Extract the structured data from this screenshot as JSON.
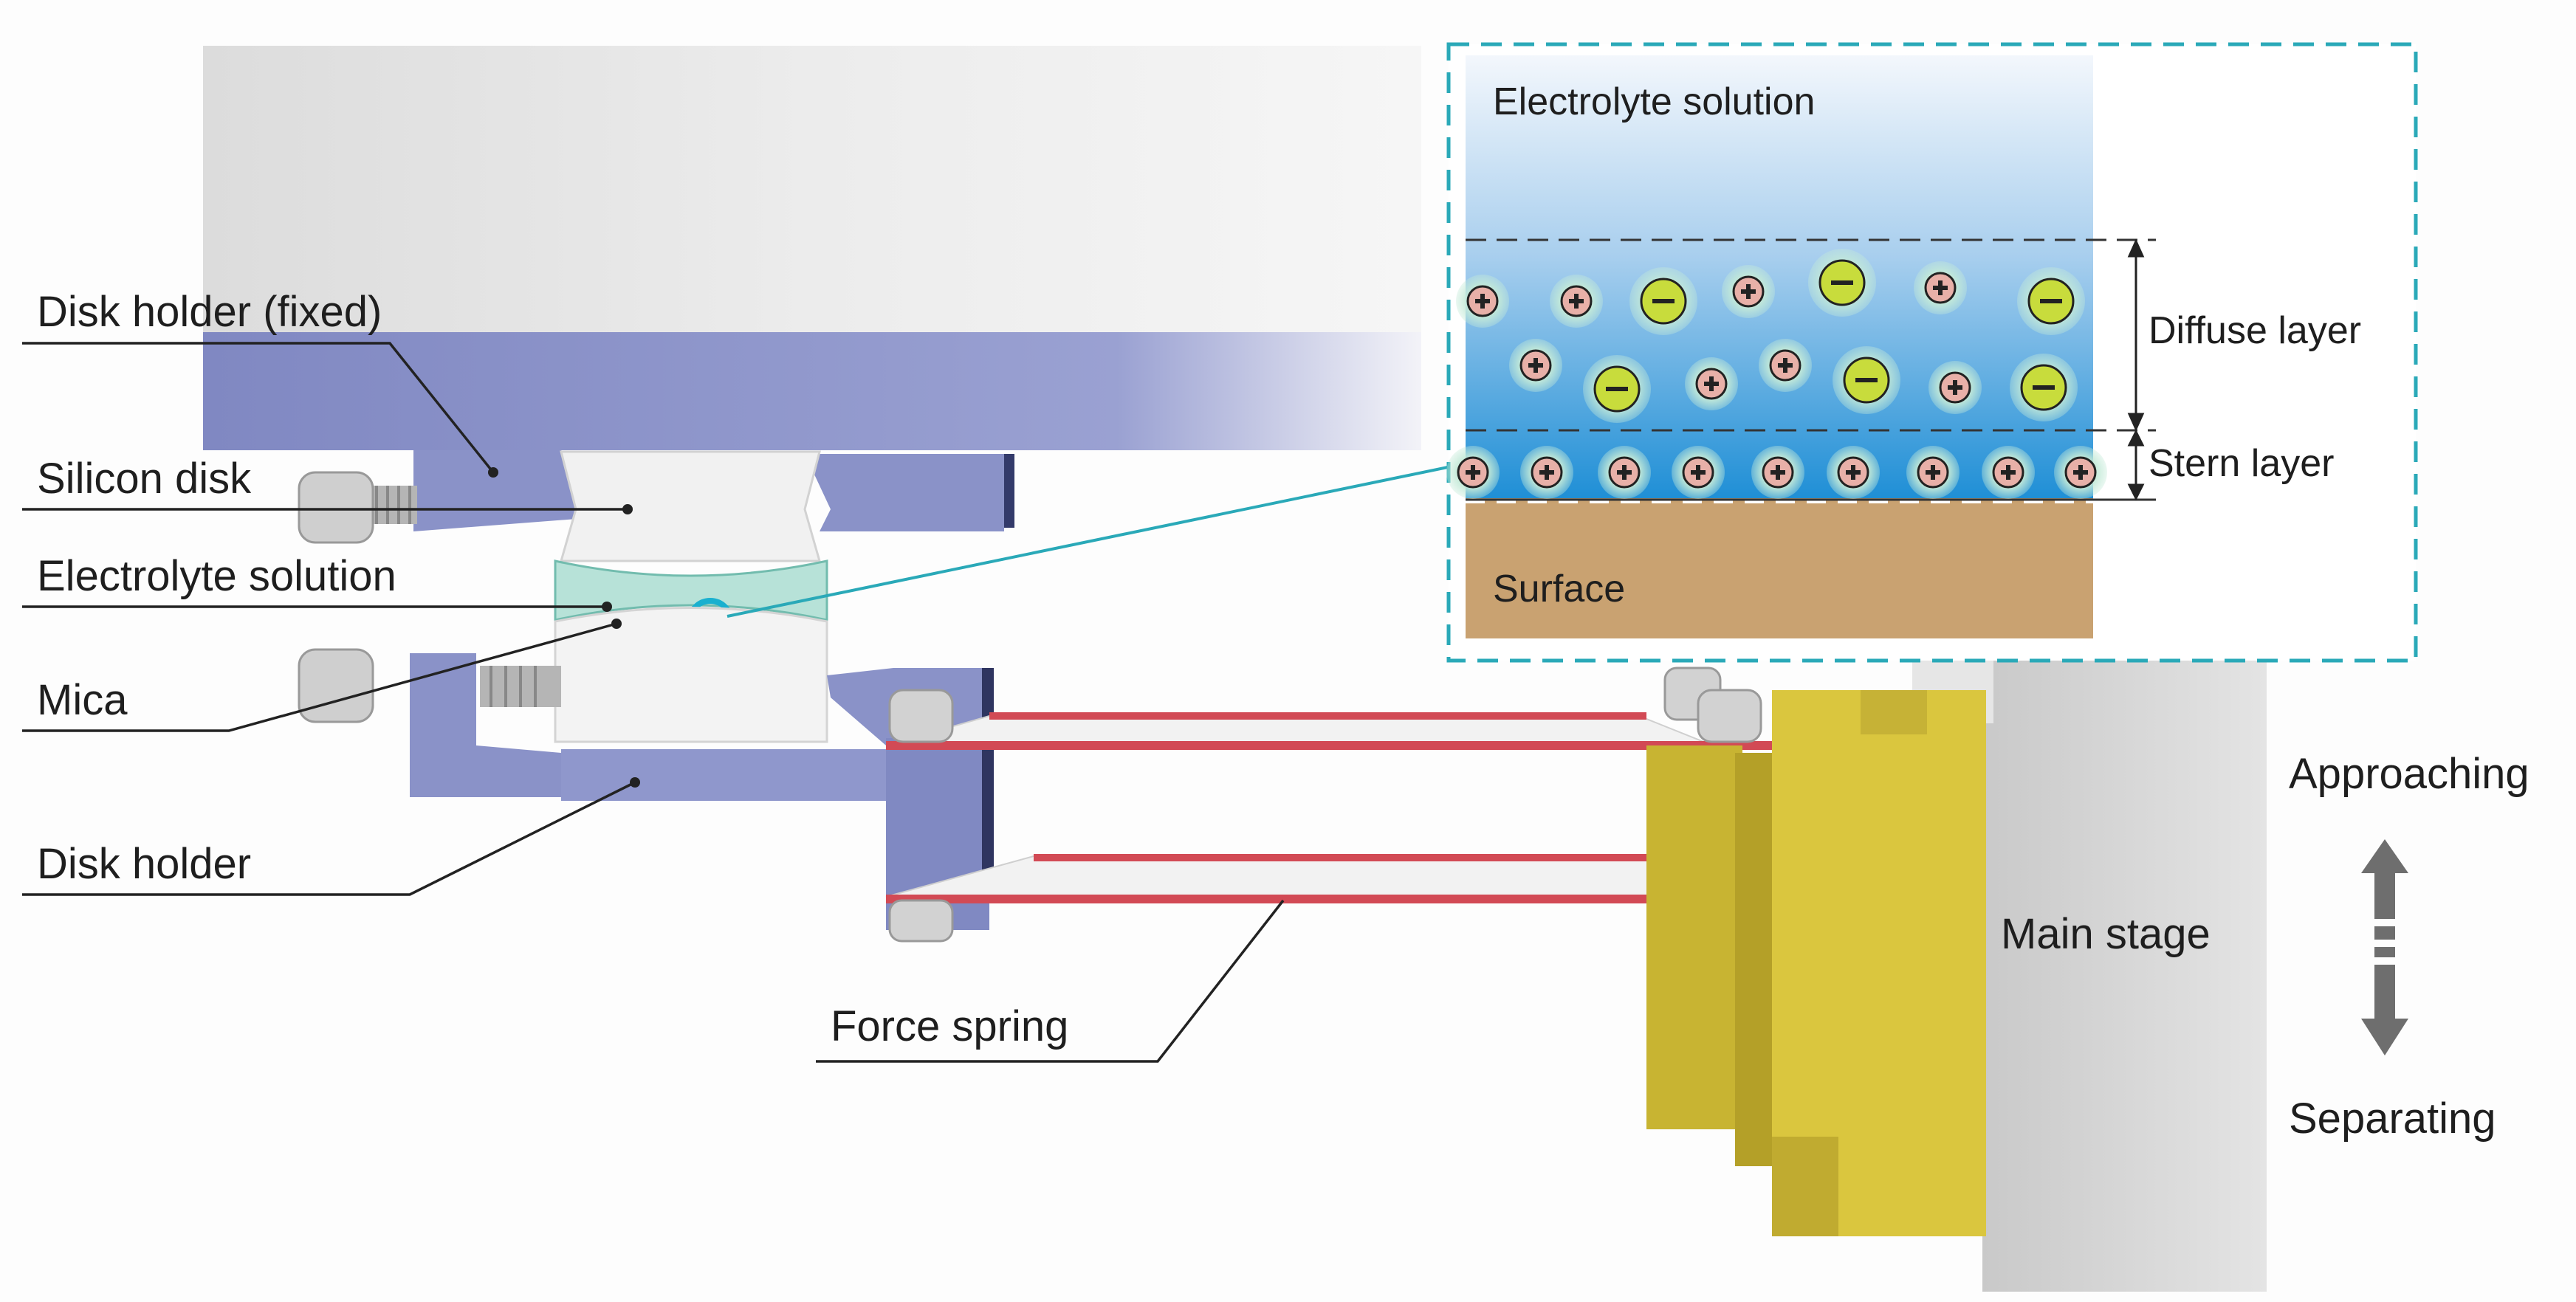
{
  "labels": {
    "disk_holder_fixed": "Disk holder (fixed)",
    "silicon_disk": "Silicon disk",
    "electrolyte_solution": "Electrolyte solution",
    "mica": "Mica",
    "disk_holder": "Disk holder",
    "force_spring": "Force spring",
    "main_stage": "Main stage",
    "approaching": "Approaching",
    "separating": "Separating"
  },
  "inset": {
    "electrolyte_solution": "Electrolyte solution",
    "diffuse_layer": "Diffuse layer",
    "stern_layer": "Stern layer",
    "surface": "Surface"
  },
  "colors": {
    "holder": "#8f97cc",
    "stage_yellow": "#d9c540",
    "spring": "#d24a55",
    "inset_border": "#2aa9b8",
    "surface": "#c9a271",
    "anion": "#c8dc3c",
    "cation": "#e8b0a8"
  }
}
